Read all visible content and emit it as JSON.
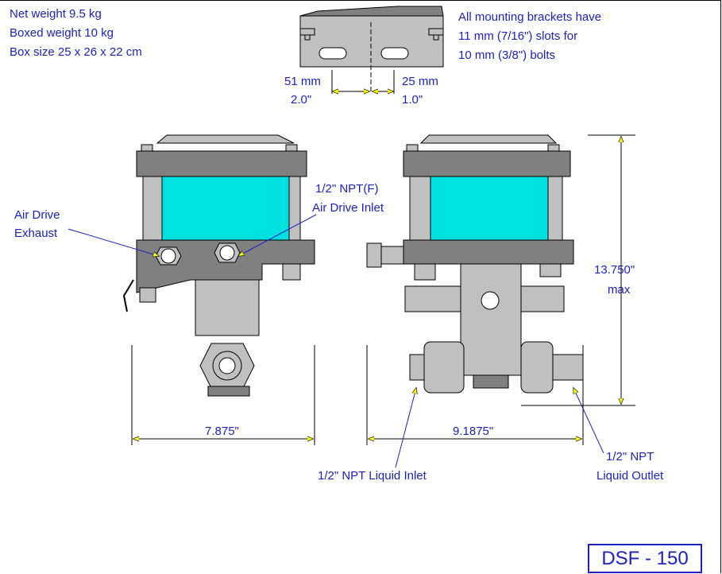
{
  "specs": {
    "net_weight": "Net weight 9.5 kg",
    "boxed_weight": "Boxed weight 10 kg",
    "box_size": "Box size 25 x 26 x 22 cm"
  },
  "brackets_note": {
    "line1": "All mounting brackets have",
    "line2": "11 mm (7/16\") slots for",
    "line3": "10 mm (3/8\") bolts"
  },
  "slot_dims": {
    "left_mm": "51 mm",
    "left_in": "2.0\"",
    "right_mm": "25 mm",
    "right_in": "1.0\""
  },
  "labels": {
    "air_drive": "Air Drive",
    "exhaust": "Exhaust",
    "npt_f": "1/2\" NPT(F)",
    "air_drive_inlet": "Air Drive Inlet",
    "height_value": "13.750\"",
    "height_max": "max",
    "width_left": "7.875\"",
    "width_right": "9.1875\"",
    "liquid_inlet": "1/2\" NPT Liquid Inlet",
    "liquid_outlet_1": "1/2\" NPT",
    "liquid_outlet_2": "Liquid Outlet"
  },
  "model": "DSF - 150",
  "colors": {
    "text_blue": "#2020c8",
    "body_gray": "#c0c0c0",
    "dark_gray": "#808080",
    "cylinder_cyan": "#00e0e0",
    "arrow_yellow": "#ffff00"
  }
}
